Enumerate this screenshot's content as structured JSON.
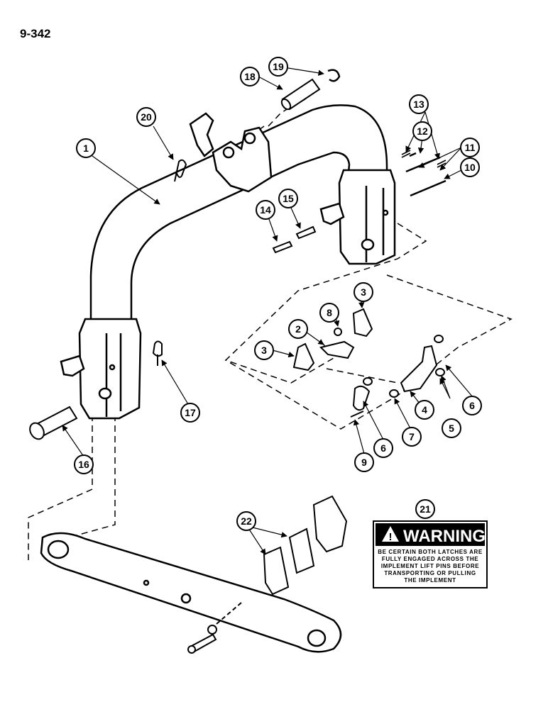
{
  "page": {
    "code": "9-342"
  },
  "callouts": {
    "c1": "1",
    "c2": "2",
    "c3a": "3",
    "c3b": "3",
    "c4": "4",
    "c5": "5",
    "c6a": "6",
    "c6b": "6",
    "c7": "7",
    "c8": "8",
    "c9": "9",
    "c10": "10",
    "c11": "11",
    "c12": "12",
    "c13": "13",
    "c14": "14",
    "c15": "15",
    "c16": "16",
    "c17": "17",
    "c18": "18",
    "c19": "19",
    "c20": "20",
    "c21": "21",
    "c22": "22"
  },
  "warning_decal": {
    "title": "WARNING",
    "lines": [
      "BE CERTAIN BOTH LATCHES ARE",
      "FULLY ENGAGED ACROSS THE",
      "IMPLEMENT LIFT PINS BEFORE",
      "TRANSPORTING OR PULLING",
      "THE IMPLEMENT"
    ]
  }
}
